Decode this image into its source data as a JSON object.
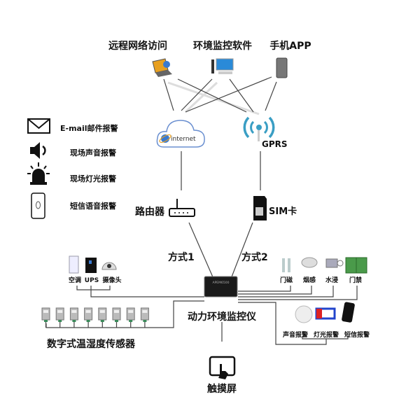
{
  "top": {
    "remote_access": "远程网络访问",
    "monitor_software": "环境监控软件",
    "mobile_app": "手机APP"
  },
  "network": {
    "internet": "internet",
    "gprs": "GPRS",
    "router": "路由器",
    "sim": "SIM卡",
    "mode1": "方式1",
    "mode2": "方式2"
  },
  "alarms_legend": [
    {
      "icon": "envelope-icon",
      "label": "E-mail邮件报警"
    },
    {
      "icon": "speaker-icon",
      "label": "现场声音报警"
    },
    {
      "icon": "warning-light-icon",
      "label": "现场灯光报警"
    },
    {
      "icon": "phone-icon",
      "label": "短信语音报警"
    }
  ],
  "controller": {
    "model": "APEM6500",
    "label": "动力环境监控仪"
  },
  "left_devices": [
    "空调",
    "UPS",
    "摄像头"
  ],
  "right_devices": [
    "门磁",
    "烟感",
    "水浸",
    "门禁"
  ],
  "alarm_devices": [
    "声音报警",
    "灯光报警",
    "短信报警"
  ],
  "sensors": {
    "label": "数字式温湿度传感器",
    "count": 8
  },
  "touchscreen": "触摸屏",
  "colors": {
    "cloud": "#6a8fd0",
    "gprs": "#3a9ec4",
    "door_green": "#4a9a4a"
  }
}
